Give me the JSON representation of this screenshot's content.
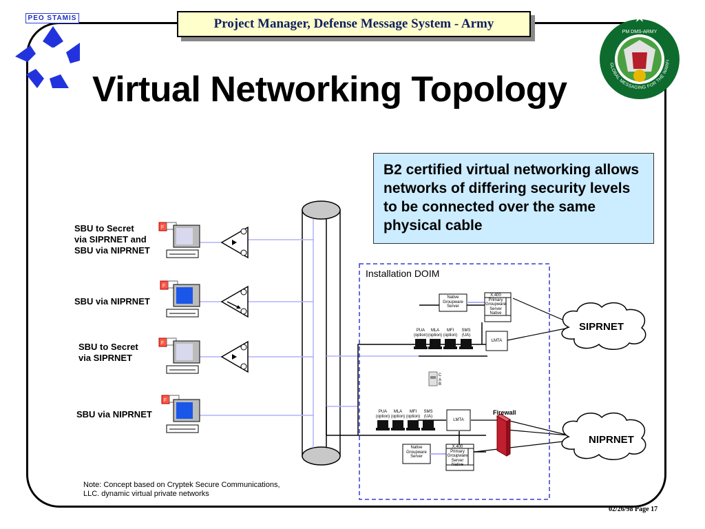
{
  "header": {
    "org_label": "PEO STAMIS",
    "banner": "Project Manager, Defense Message System - Army",
    "seal_top_text": "PM DMS-ARMY",
    "seal_ring_text": "GLOBAL MESSAGING FOR THE WARFIGHTER"
  },
  "title": "Virtual Networking Topology",
  "callout": "B2 certified virtual networking allows networks of differing security levels to be connected over the same physical cable",
  "workstations": [
    {
      "label_lines": [
        "SBU  to Secret",
        "via SIPRNET and",
        "SBU via NIPRNET"
      ]
    },
    {
      "label_lines": [
        "SBU via NIPRNET"
      ]
    },
    {
      "label_lines": [
        "SBU  to Secret",
        "via SIPRNET"
      ]
    },
    {
      "label_lines": [
        "SBU via NIPRNET"
      ]
    }
  ],
  "installation": {
    "label": "Installation DOIM",
    "upper_group": {
      "native_server": [
        "Native",
        "Groupware",
        "Server"
      ],
      "x400_box": [
        "X.400",
        "Primary",
        "Groupware",
        "Server",
        "Native"
      ],
      "clients": [
        [
          "PUA",
          "(option)"
        ],
        [
          "MLA",
          "(option)"
        ],
        [
          "MFI",
          "(option)"
        ],
        [
          "SMS",
          "(UA)"
        ]
      ],
      "lmta": "LMTA"
    },
    "lower_group": {
      "native_server": [
        "Native",
        "Groupware",
        "Server"
      ],
      "x400_box": [
        "X.400",
        "Primary",
        "Groupware",
        "Server",
        "Native"
      ],
      "clients": [
        [
          "PUA",
          "(option)"
        ],
        [
          "MLA",
          "(option)"
        ],
        [
          "MFI",
          "(option)"
        ],
        [
          "SMS",
          "(UA)"
        ]
      ],
      "lmta": "LMTA"
    },
    "cab_label": [
      "C",
      "A",
      "B"
    ],
    "firewall": "Firewall"
  },
  "networks": {
    "siprnet": "SIPRNET",
    "niprnet": "NIPRNET"
  },
  "note": [
    "Note:  Concept based on Cryptek Secure Communications,",
    "LLC. dynamic virtual private networks"
  ],
  "footer": "02/26/98  Page 17",
  "colors": {
    "peo_blue": "#1c2fbf",
    "banner_fill": "#ffffcc",
    "callout_fill": "#ccecff",
    "boundary_dash": "#3a3ad0",
    "link_line": "#b0b0ff",
    "cylinder_fill": "#c8c8c8",
    "screen_blue": "#1a56e8",
    "firewall_red": "#c01f2f"
  }
}
